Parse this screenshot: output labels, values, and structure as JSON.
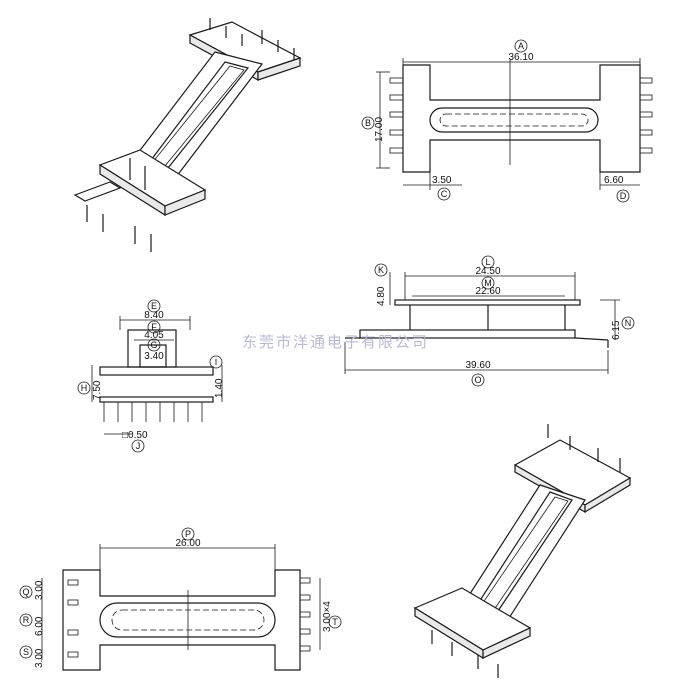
{
  "watermark": "东莞市洋通电子有限公司",
  "views": {
    "top": {
      "length": {
        "label": "A",
        "value": "36.10"
      },
      "width": {
        "label": "B",
        "value": "17.00"
      },
      "pin_offset": {
        "label": "C",
        "value": "3.50"
      },
      "flange": {
        "label": "D",
        "value": "6.60"
      }
    },
    "side": {
      "window_outer": {
        "label": "L",
        "value": "24.50"
      },
      "window_inner": {
        "label": "M",
        "value": "22.60"
      },
      "height": {
        "label": "K",
        "value": "4.80"
      },
      "pin_rise": {
        "label": "N",
        "value": "6.15"
      },
      "overall": {
        "label": "O",
        "value": "39.60"
      }
    },
    "end": {
      "outer_width": {
        "label": "E",
        "value": "8.40"
      },
      "mid_width": {
        "label": "F",
        "value": "4.05"
      },
      "core_width": {
        "label": "G",
        "value": "3.40"
      },
      "total_height": {
        "label": "H",
        "value": "7.50"
      },
      "flange_thick": {
        "label": "I",
        "value": "1.40"
      },
      "pin_square": {
        "label": "J",
        "value": "□0.50"
      }
    },
    "bottom": {
      "window": {
        "label": "P",
        "value": "26.00"
      },
      "pitch_q": {
        "label": "Q",
        "value": "3.00"
      },
      "pitch_r": {
        "label": "R",
        "value": "6.00"
      },
      "pitch_s": {
        "label": "S",
        "value": "3.00"
      },
      "pitch_t": {
        "label": "T",
        "value": "3.00×4"
      }
    }
  }
}
